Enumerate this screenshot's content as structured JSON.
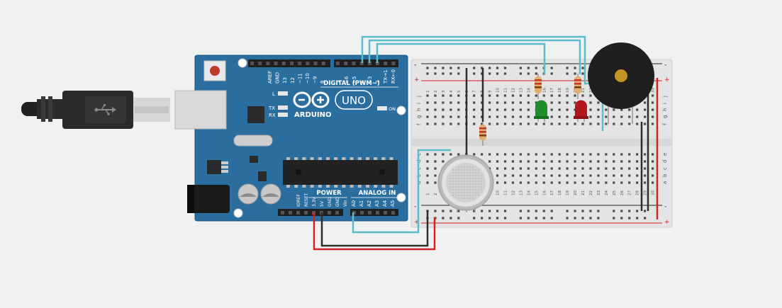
{
  "board": {
    "brand": "ARDUINO",
    "model": "UNO",
    "digital_label": "DIGITAL (PWM~)",
    "power_label": "POWER",
    "analog_label": "ANALOG IN",
    "on_label": "ON",
    "led_labels": [
      "L",
      "TX",
      "RX"
    ],
    "digital_pins_left": [
      "AREF",
      "GND",
      "13",
      "12",
      "~11",
      "~10",
      "~9",
      "8"
    ],
    "digital_pins_right": [
      "7",
      "~6",
      "~5",
      "4",
      "~3",
      "2",
      "TX→1",
      "RX←0"
    ],
    "power_pins": [
      "IOREF",
      "RESET",
      "3.3V",
      "5V",
      "GND",
      "GND",
      "Vin"
    ],
    "analog_pins": [
      "A0",
      "A1",
      "A2",
      "A3",
      "A4",
      "A5"
    ]
  },
  "breadboard": {
    "row_letters_top": [
      "j",
      "i",
      "h",
      "g",
      "f"
    ],
    "row_letters_bottom": [
      "e",
      "d",
      "c",
      "b",
      "a"
    ],
    "column_numbers": [
      "1",
      "2",
      "3",
      "4",
      "5",
      "6",
      "7",
      "8",
      "9",
      "10",
      "11",
      "12",
      "13",
      "14",
      "15",
      "16",
      "17",
      "18",
      "19",
      "20",
      "21",
      "22",
      "23",
      "24",
      "25",
      "26",
      "27",
      "28",
      "29",
      "30"
    ],
    "plus": "+",
    "minus": "-"
  },
  "colors": {
    "board": "#2a6ea0",
    "board_dark": "#1c5580",
    "breadboard": "#e4e4e4",
    "wire_signal": "#5bbccc",
    "wire_power": "#d32020",
    "wire_ground": "#2d2d2d",
    "led_green": "#1e8f2a",
    "led_red": "#b0161a",
    "buzzer": "#1f1f1f",
    "buzzer_center": "#c39424"
  },
  "components": {
    "usb_icon": "usb-icon",
    "gas_sensor": "gas-sensor",
    "buzzer": "piezo-buzzer"
  }
}
